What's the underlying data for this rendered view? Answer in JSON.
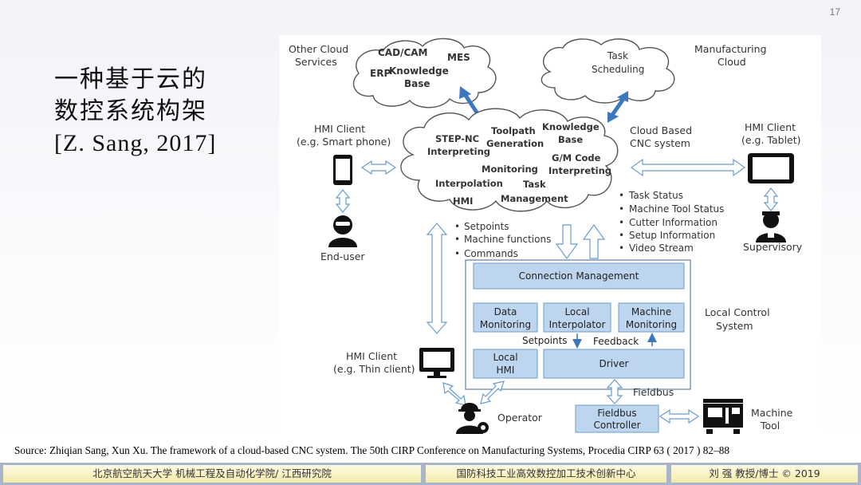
{
  "slide": {
    "page_number": "17",
    "title_line1": "一种基于云的",
    "title_line2": "数控系统构架",
    "citation": "[Z. Sang, 2017]",
    "source": "Source: Zhiqian Sang, Xun Xu. The framework of a cloud-based CNC system. The 50th CIRP Conference on Manufacturing Systems, Procedia CIRP 63 ( 2017 ) 82–88"
  },
  "footer": {
    "left": "北京航空航天大学 机械工程及自动化学院/ 江西研究院",
    "center": "国防科技工业高效数控加工技术创新中心",
    "right": "刘  强 教授/博士  © 2019"
  },
  "diagram": {
    "other_cloud_label": [
      "Other Cloud",
      "Services"
    ],
    "other_cloud_items": {
      "cadcam": "CAD/CAM",
      "mes": "MES",
      "erp": "ERP",
      "kb": [
        "Knowledge",
        "Base"
      ]
    },
    "mfg_cloud_label": [
      "Manufacturing",
      "Cloud"
    ],
    "mfg_cloud_items": [
      "Task",
      "Scheduling"
    ],
    "cnc_cloud_label": [
      "Cloud Based",
      "CNC system"
    ],
    "cnc_cloud_items": {
      "stepnc": [
        "STEP-NC",
        "Interpreting"
      ],
      "toolpath": [
        "Toolpath",
        "Generation"
      ],
      "kb": [
        "Knowledge",
        "Base"
      ],
      "gmcode": [
        "G/M Code",
        "Interpreting"
      ],
      "monitoring": "Monitoring",
      "interpolation": "Interpolation",
      "task": [
        "Task",
        "Management"
      ],
      "hmi": "HMI"
    },
    "hmi_phone": [
      "HMI Client",
      "(e.g. Smart phone)"
    ],
    "hmi_tablet": [
      "HMI Client",
      "(e.g. Tablet)"
    ],
    "hmi_thin": [
      "HMI Client",
      "(e.g. Thin client)"
    ],
    "end_user": "End-user",
    "supervisory": "Supervisory",
    "operator": "Operator",
    "machine_tool": [
      "Machine",
      "Tool"
    ],
    "down_bullets": [
      "Setpoints",
      "Machine functions",
      "Commands"
    ],
    "up_bullets": [
      "Task Status",
      "Machine Tool Status",
      "Cutter Information",
      "Setup Information",
      "Video Stream"
    ],
    "local_system_label": [
      "Local Control",
      "System"
    ],
    "connection_management": "Connection Management",
    "data_monitoring": [
      "Data",
      "Monitoring"
    ],
    "local_interpolator": [
      "Local",
      "Interpolator"
    ],
    "machine_monitoring": [
      "Machine",
      "Monitoring"
    ],
    "setpoints": "Setpoints",
    "feedback": "Feedback",
    "local_hmi": [
      "Local",
      "HMI"
    ],
    "driver": "Driver",
    "fieldbus": "Fieldbus",
    "fieldbus_controller": [
      "Fieldbus",
      "Controller"
    ]
  },
  "colors": {
    "box_fill": "#bdd5ee",
    "box_stroke": "#6a9ccd",
    "arrow_blue": "#3b78c0",
    "frame": "#5f7fa8"
  }
}
